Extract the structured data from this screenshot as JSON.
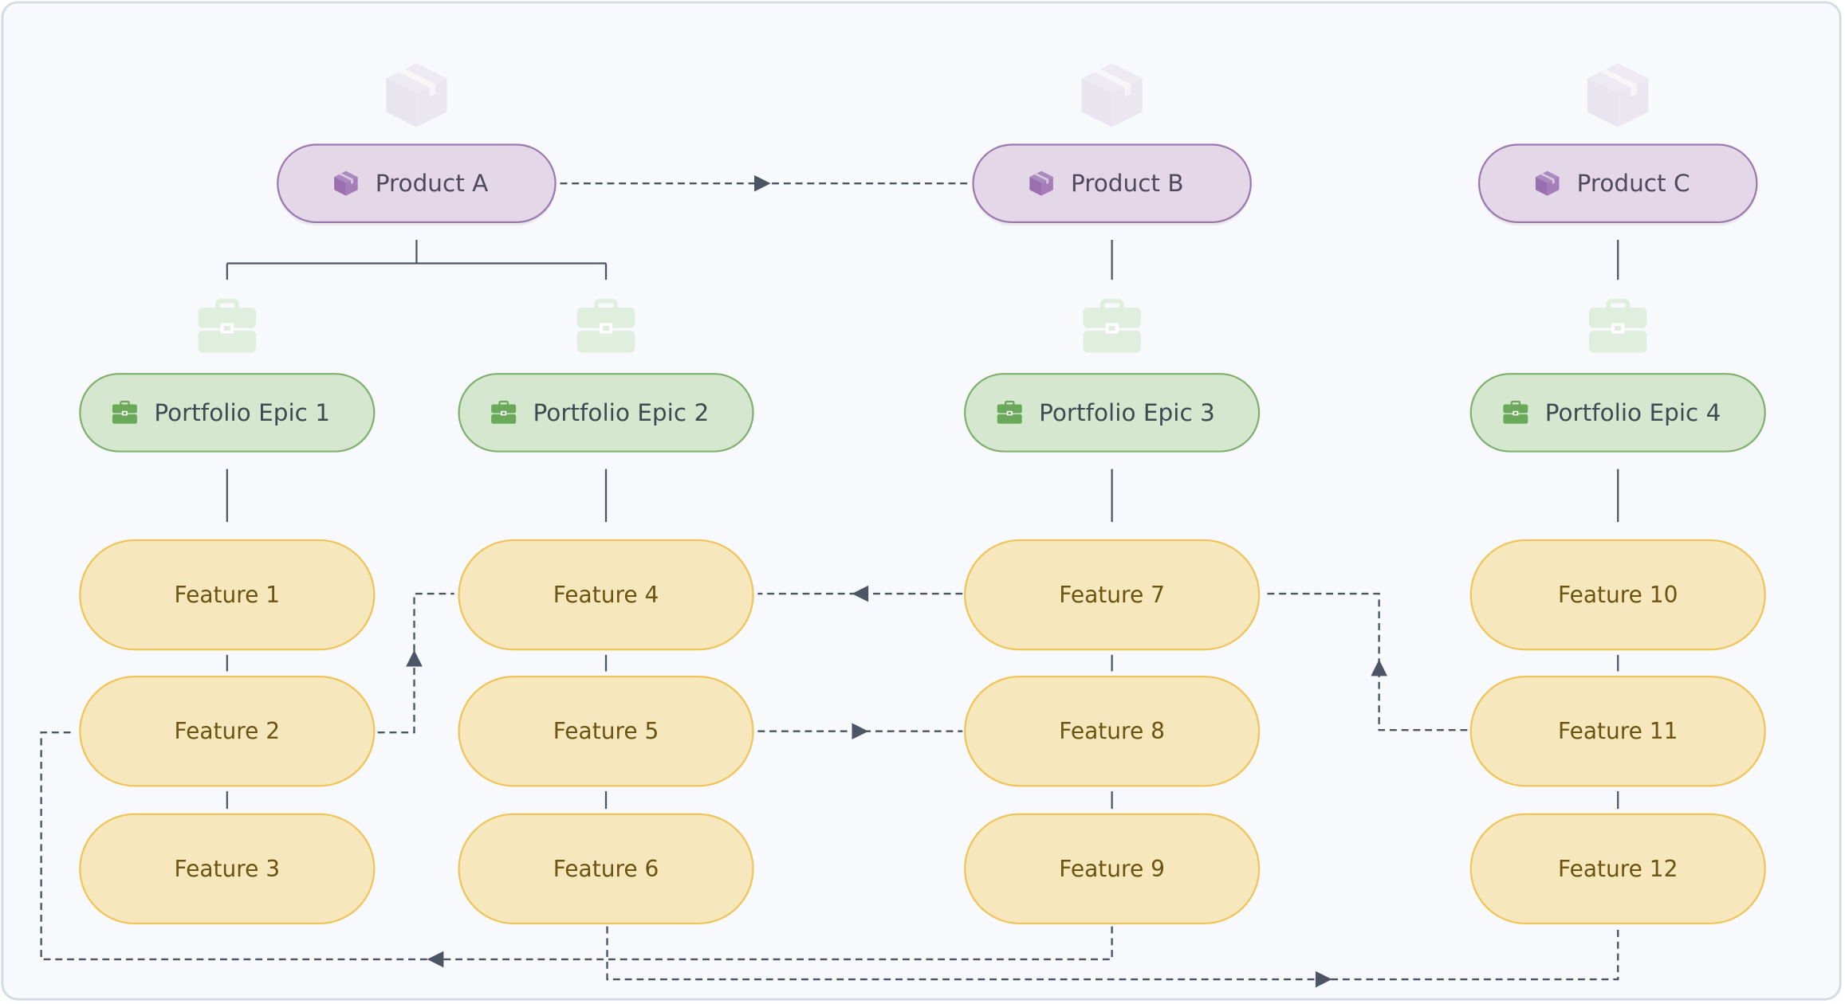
{
  "colors": {
    "product_fill": "#e4d7e8",
    "product_stroke": "#9c78ae",
    "product_icon": "#9a6fb0",
    "product_bg_icon": "#e9e4ee",
    "epic_fill": "#d5e8cf",
    "epic_stroke": "#7fb06e",
    "epic_icon": "#6aa85a",
    "epic_bg_icon": "#dfeedd",
    "feature_fill": "#f6e7bd",
    "feature_stroke": "#f0c458",
    "edge": "#4b5565",
    "background": "#f7f9fc"
  },
  "products": [
    {
      "id": "product-a",
      "label": "Product A",
      "icon": "package-icon"
    },
    {
      "id": "product-b",
      "label": "Product B",
      "icon": "package-icon"
    },
    {
      "id": "product-c",
      "label": "Product C",
      "icon": "package-icon"
    }
  ],
  "epics": [
    {
      "id": "epic-1",
      "label": "Portfolio Epic 1",
      "parent": "product-a",
      "icon": "briefcase-icon"
    },
    {
      "id": "epic-2",
      "label": "Portfolio Epic 2",
      "parent": "product-a",
      "icon": "briefcase-icon"
    },
    {
      "id": "epic-3",
      "label": "Portfolio Epic 3",
      "parent": "product-b",
      "icon": "briefcase-icon"
    },
    {
      "id": "epic-4",
      "label": "Portfolio Epic 4",
      "parent": "product-c",
      "icon": "briefcase-icon"
    }
  ],
  "features": [
    {
      "id": "feature-1",
      "label": "Feature 1",
      "epic": "epic-1"
    },
    {
      "id": "feature-2",
      "label": "Feature 2",
      "epic": "epic-1"
    },
    {
      "id": "feature-3",
      "label": "Feature 3",
      "epic": "epic-1"
    },
    {
      "id": "feature-4",
      "label": "Feature 4",
      "epic": "epic-2"
    },
    {
      "id": "feature-5",
      "label": "Feature 5",
      "epic": "epic-2"
    },
    {
      "id": "feature-6",
      "label": "Feature 6",
      "epic": "epic-2"
    },
    {
      "id": "feature-7",
      "label": "Feature 7",
      "epic": "epic-3"
    },
    {
      "id": "feature-8",
      "label": "Feature 8",
      "epic": "epic-3"
    },
    {
      "id": "feature-9",
      "label": "Feature 9",
      "epic": "epic-3"
    },
    {
      "id": "feature-10",
      "label": "Feature 10",
      "epic": "epic-4"
    },
    {
      "id": "feature-11",
      "label": "Feature 11",
      "epic": "epic-4"
    },
    {
      "id": "feature-12",
      "label": "Feature 12",
      "epic": "epic-4"
    }
  ],
  "dependencies": [
    {
      "from": "product-a",
      "to": "product-b"
    },
    {
      "from": "feature-2",
      "to": "feature-4"
    },
    {
      "from": "feature-7",
      "to": "feature-4"
    },
    {
      "from": "feature-5",
      "to": "feature-8"
    },
    {
      "from": "feature-11",
      "to": "feature-7"
    },
    {
      "from": "feature-9",
      "to": "feature-2"
    },
    {
      "from": "feature-6",
      "to": "feature-12"
    }
  ]
}
